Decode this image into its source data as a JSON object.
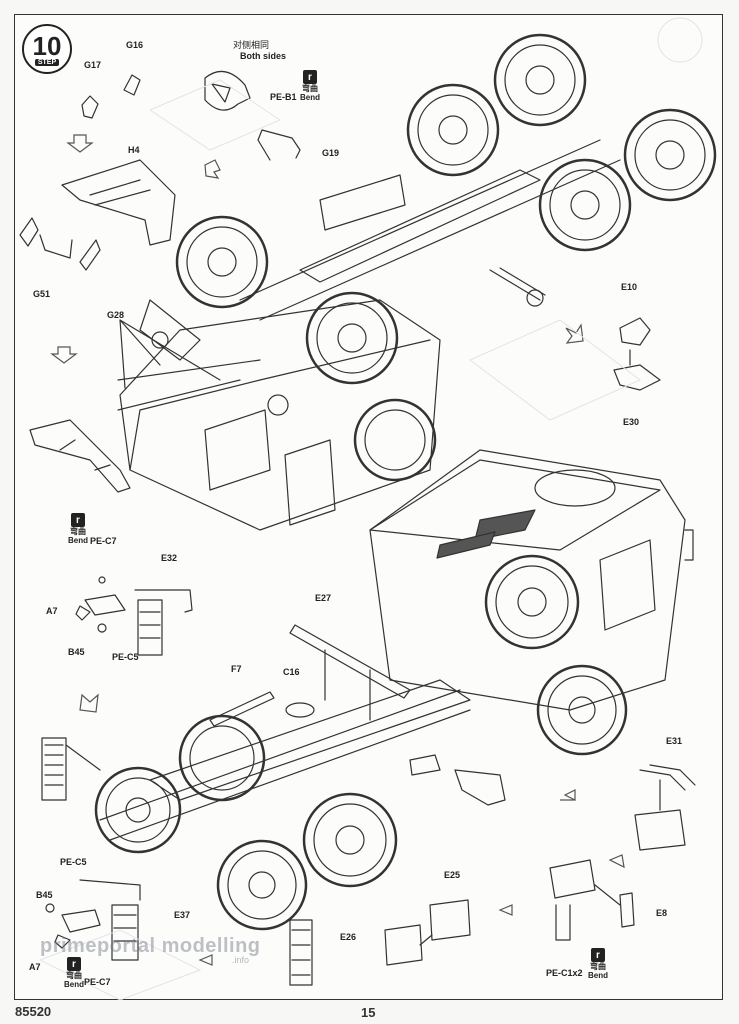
{
  "step": {
    "number": "10",
    "word": "STEP"
  },
  "callout": {
    "cn": "对侧相同",
    "en": "Both sides"
  },
  "bend": {
    "cn": "弯曲",
    "en": "Bend"
  },
  "parts": {
    "g16": "G16",
    "g17": "G17",
    "h4": "H4",
    "g51": "G51",
    "g28": "G28",
    "pe_b1": "PE-B1",
    "g19": "G19",
    "e10": "E10",
    "e30": "E30",
    "pe_c7_a": "PE-C7",
    "a7_a": "A7",
    "b45_a": "B45",
    "pe_c5_a": "PE-C5",
    "e32": "E32",
    "e27": "E27",
    "f7": "F7",
    "c16": "C16",
    "e31": "E31",
    "pe_c5_b": "PE-C5",
    "b45_b": "B45",
    "a7_b": "A7",
    "pe_c7_b": "PE-C7",
    "e37": "E37",
    "e25": "E25",
    "e26": "E26",
    "e8": "E8",
    "pe_c1x2": "PE-C1x2"
  },
  "footer": {
    "kit_number": "85520",
    "page_number": "15"
  },
  "watermark": {
    "main": "primeportal modelling",
    "sub": ".info"
  }
}
